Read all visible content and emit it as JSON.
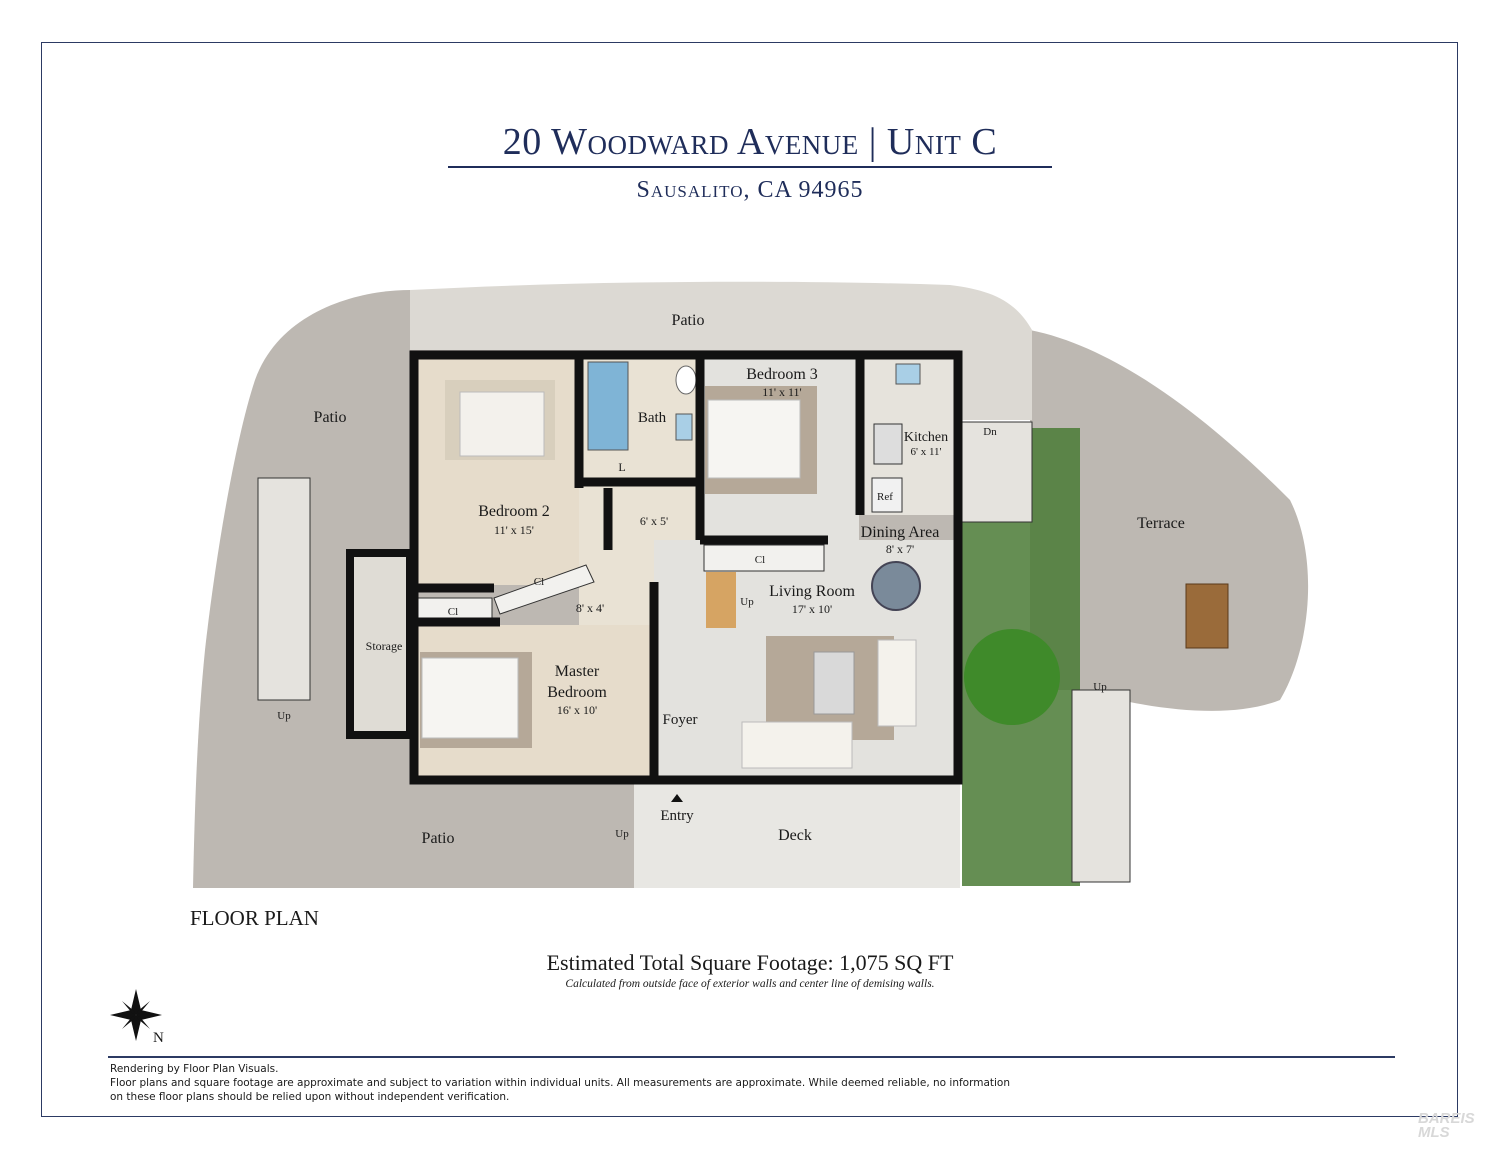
{
  "header": {
    "title": "20 Woodward Avenue | Unit C",
    "subtitle": "Sausalito, CA 94965"
  },
  "plan": {
    "patio_top": "Patio",
    "patio_left": "Patio",
    "patio_bottom": "Patio",
    "terrace": "Terrace",
    "deck": "Deck",
    "entry": "Entry",
    "foyer": "Foyer",
    "storage": "Storage",
    "bath": "Bath",
    "bath_l": "L",
    "hall_dim": "6' x 5'",
    "closet_dim": "8' x 4'",
    "closet_label": "Cl",
    "ref": "Ref",
    "bedroom2": {
      "name": "Bedroom 2",
      "dim": "11' x 15'"
    },
    "bedroom3": {
      "name": "Bedroom 3",
      "dim": "11' x 11'"
    },
    "master": {
      "name_line1": "Master",
      "name_line2": "Bedroom",
      "dim": "16' x 10'"
    },
    "kitchen": {
      "name": "Kitchen",
      "dim": "6' x 11'"
    },
    "dining": {
      "name": "Dining Area",
      "dim": "8' x 7'"
    },
    "living": {
      "name": "Living Room",
      "dim": "17' x 10'"
    },
    "up": "Up",
    "dn": "Dn"
  },
  "plan_title": "FLOOR PLAN",
  "sqft": "Estimated Total Square Footage: 1,075 SQ FT",
  "sqft_note": "Calculated from outside face of exterior walls and center line of demising walls.",
  "compass_label": "N",
  "footer_lines": [
    "Rendering by Floor Plan Visuals.",
    "Floor plans and square footage are approximate and subject to variation within individual units. All measurements are approximate. While deemed reliable, no information",
    "on these floor plans should be relied upon without independent verification."
  ],
  "watermark": [
    "BAREIS",
    "MLS"
  ],
  "colors": {
    "navy": "#1f2d5a",
    "wall": "#111111",
    "stone": "#bdb8b2",
    "floor_tile": "#e6dccb",
    "wood_floor": "#e3e2de",
    "rug": "#b5a898",
    "greenery": "#3f6b2f"
  }
}
